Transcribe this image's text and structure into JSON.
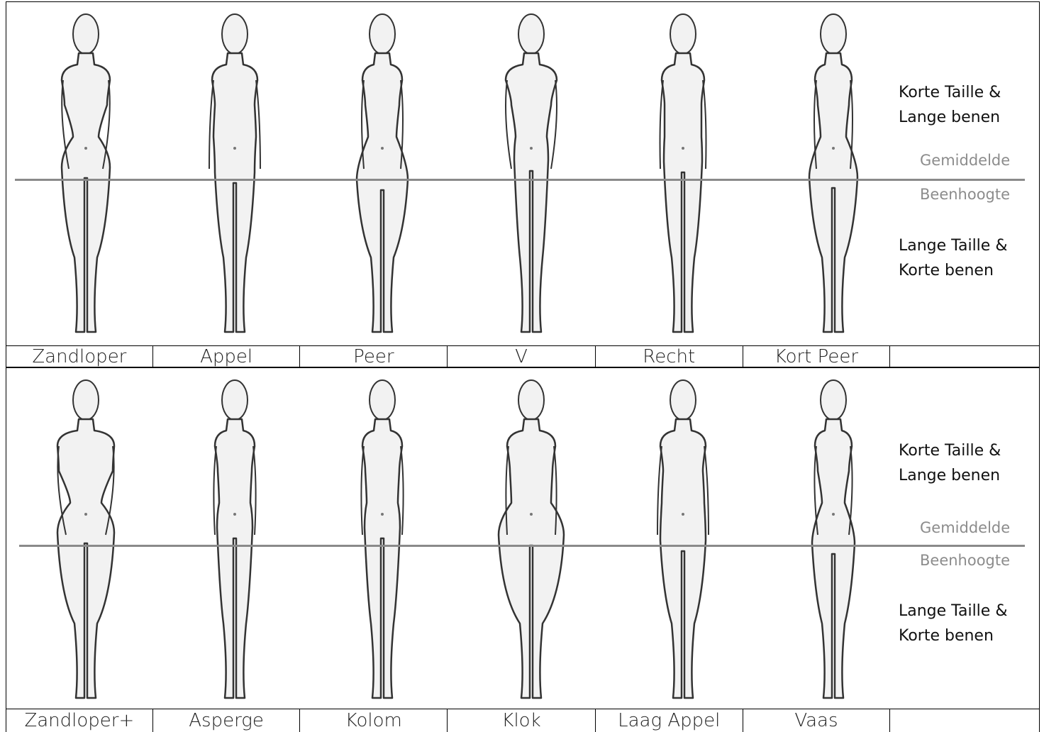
{
  "rows": [
    {
      "labels": [
        "Zandloper",
        "Appel",
        "Peer",
        "V",
        "Recht",
        "Kort Peer",
        ""
      ],
      "figures": [
        {
          "shape": "hourglass"
        },
        {
          "shape": "apple"
        },
        {
          "shape": "pear"
        },
        {
          "shape": "v"
        },
        {
          "shape": "straight"
        },
        {
          "shape": "short-pear"
        }
      ],
      "side_top": [
        "Korte Taille &",
        "Lange benen"
      ],
      "side_mid": [
        "Gemiddelde",
        "Beenhoogte"
      ],
      "side_bottom": [
        "Lange Taille &",
        "Korte benen"
      ]
    },
    {
      "labels": [
        "Zandloper+",
        "Asperge",
        "Kolom",
        "Klok",
        "Laag Appel",
        "Vaas",
        ""
      ],
      "figures": [
        {
          "shape": "hourglass-plus"
        },
        {
          "shape": "asparagus"
        },
        {
          "shape": "column"
        },
        {
          "shape": "bell"
        },
        {
          "shape": "low-apple"
        },
        {
          "shape": "vase"
        }
      ],
      "side_top": [
        "Korte Taille &",
        "Lange benen"
      ],
      "side_mid": [
        "Gemiddelde",
        "Beenhoogte"
      ],
      "side_bottom": [
        "Lange Taille &",
        "Korte benen"
      ]
    }
  ],
  "colors": {
    "line": "#8a8a8a",
    "outline": "#333333",
    "fill": "#f2f2f2"
  }
}
